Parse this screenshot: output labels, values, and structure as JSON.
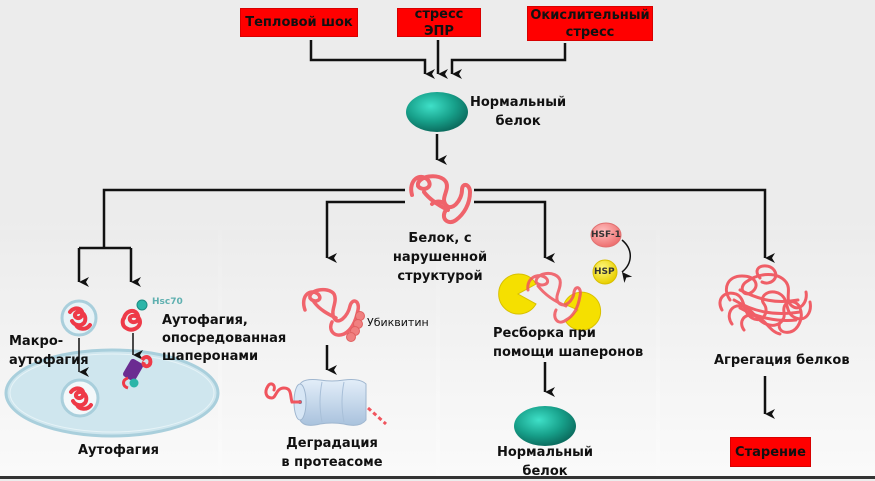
{
  "diagram": {
    "stressors": [
      {
        "id": "heat-shock",
        "label": "Тепловой шок"
      },
      {
        "id": "er-stress",
        "label": "стресс ЭПР"
      },
      {
        "id": "oxidative-stress",
        "label": "Окислительный стресс"
      }
    ],
    "normal_protein": {
      "line1": "Нормальный",
      "line2": "белок"
    },
    "misfolded_protein": {
      "line1": "Белок, с",
      "line2": "нарушенной",
      "line3": "структурой"
    },
    "autophagy": {
      "macro_line1": "Макро-",
      "macro_line2": "аутофагия",
      "cma_line1": "Аутофагия,",
      "cma_line2": "опосредованная",
      "cma_line3": "шаперонами",
      "hsc70": "Hsc70",
      "title": "Аутофагия"
    },
    "proteasome": {
      "ubiquitin": "Убиквитин",
      "line1": "Деградация",
      "line2": "в протеасоме"
    },
    "refolding": {
      "hsf1": "HSF-1",
      "hsp": "HSP",
      "line1": "Ресборка при",
      "line2": "помощи шаперонов",
      "result_line1": "Нормальный",
      "result_line2": "белок"
    },
    "aggregation": {
      "label": "Агрегация белков",
      "outcome": "Старение"
    },
    "colors": {
      "stress_box": "#ff0000",
      "protein_teal": "#17a08a",
      "misfolded_red": "#f0555e",
      "chaperone_yellow": "#f5e000",
      "hsf1_pink": "#f08080",
      "lysosome_blue": "#cfe6ee",
      "proteasome_blue": "#c7d9ee",
      "arrow": "#111111"
    }
  }
}
